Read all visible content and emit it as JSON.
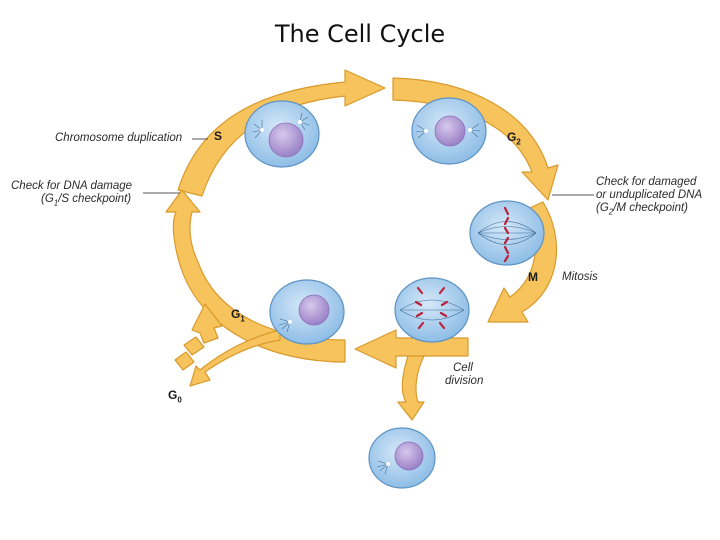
{
  "title": "The Cell Cycle",
  "labels": {
    "chromosome_duplication": "Chromosome duplication",
    "g1s_line1": "Check for DNA damage",
    "g1s_line2_pre": "(G",
    "g1s_line2_sub": "1",
    "g1s_line2_post": "/S checkpoint)",
    "g2m_line1": "Check for damaged",
    "g2m_line2": "or unduplicated DNA",
    "g2m_line3_pre": "(G",
    "g2m_line3_sub": "2",
    "g2m_line3_post": "/M checkpoint)",
    "mitosis": "Mitosis",
    "cell_division_line1": "Cell",
    "cell_division_line2": "division"
  },
  "phases": {
    "s": "S",
    "g2_letter": "G",
    "g2_sub": "2",
    "m": "M",
    "g1_letter": "G",
    "g1_sub": "1",
    "g0_letter": "G",
    "g0_sub": "0"
  },
  "colors": {
    "arrow_fill": "#f7c35c",
    "arrow_edge": "#d89a2b",
    "cell_fill": "#a8cdee",
    "cell_edge": "#5d93c4",
    "nucleus": "#b39cd6",
    "chromosome": "#b8223a"
  }
}
